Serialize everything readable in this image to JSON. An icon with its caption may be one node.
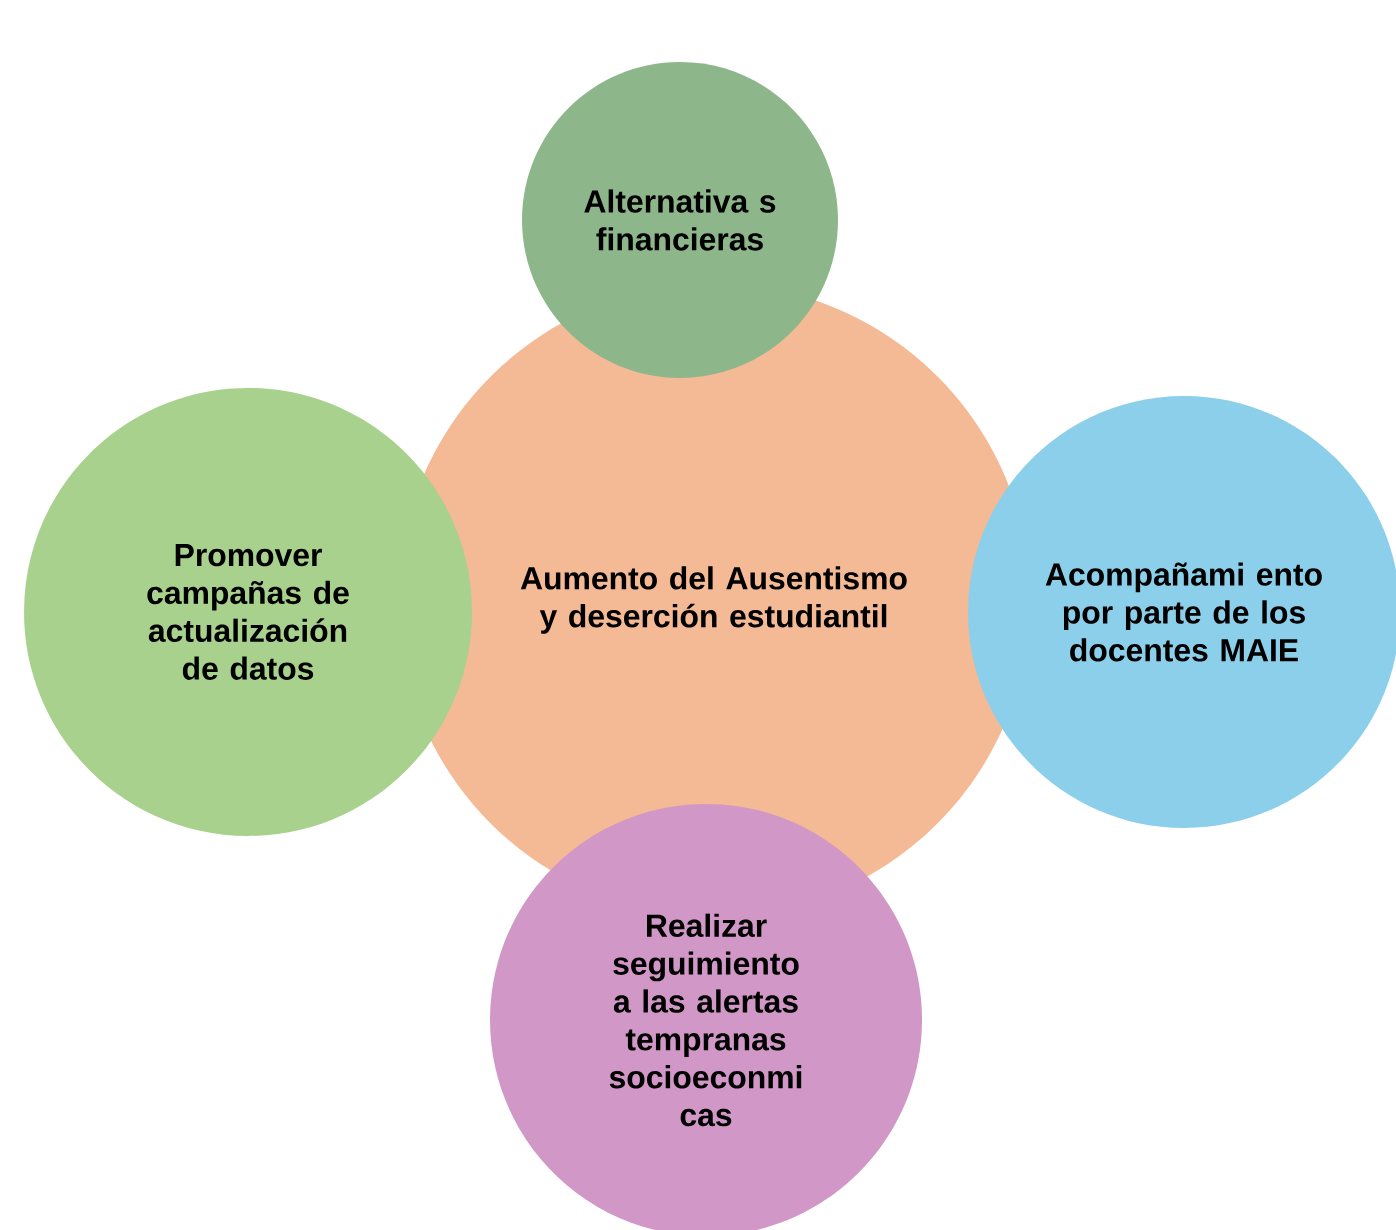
{
  "diagram": {
    "nodes": [
      {
        "text": [
          "Alternativa s financieras"
        ]
      },
      {
        "text": [
          "Promover campañas de actualización de datos"
        ]
      },
      {
        "text": [
          "Aumento del Ausentismo y deserción estudiantil"
        ]
      },
      {
        "text": [
          "Acompañami ento por parte de los docentes MAIE"
        ]
      },
      {
        "text": [
          "Realizar seguimiento a las alertas tempranas socioeconmi cas"
        ]
      }
    ]
  }
}
